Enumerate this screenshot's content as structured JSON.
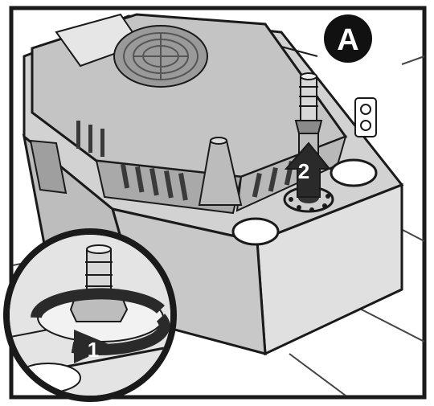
{
  "diagram": {
    "callout_label": "A",
    "step_labels": [
      "1",
      "2"
    ],
    "colors": {
      "frame": "#1a1a1a",
      "pump_body": "#d2d2d2",
      "pump_shadow": "#a9a9a9",
      "pump_light": "#e6e6e6",
      "arrow_dark": "#2a2a2a",
      "callout_fill": "#111111",
      "callout_text": "#ffffff",
      "background": "#ffffff"
    },
    "icons": [
      "pump-unit",
      "hose-barb-fitting",
      "outlet-port",
      "electrical-outlet-icon",
      "rotate-arrow-icon",
      "lift-arrow-icon",
      "magnifier-inset"
    ]
  }
}
